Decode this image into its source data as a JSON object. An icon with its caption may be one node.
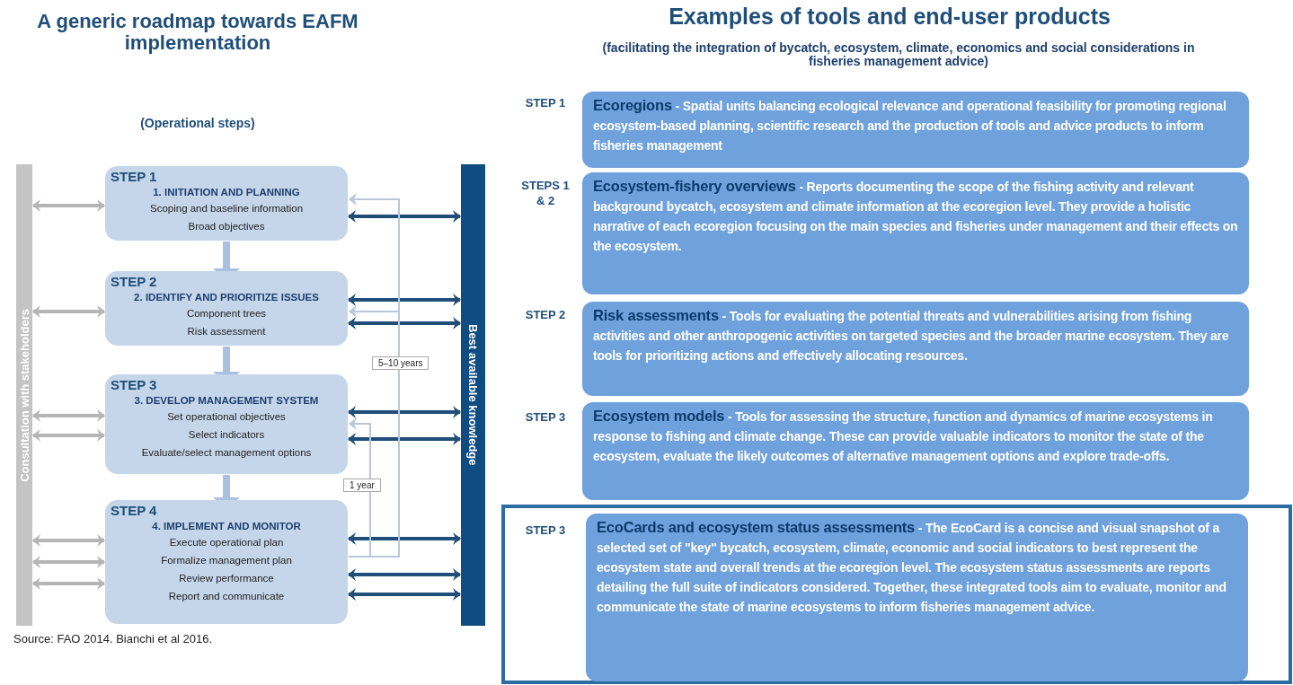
{
  "diagram": {
    "nodes": [
      {
        "text": [
          "Consultation with stakeholders"
        ]
      },
      {
        "text": [
          "STEP 1",
          "1. INITIATION AND PLANNING",
          "Scoping and baseline information",
          "Broad objectives"
        ]
      },
      {
        "text": [
          "STEP 2",
          "2. IDENTIFY AND PRIORITIZE ISSUES",
          "Component trees",
          "Risk assessment"
        ]
      },
      {
        "text": [
          "STEP 3",
          "3. DEVELOP MANAGEMENT SYSTEM",
          "Set operational objectives",
          "Select indicators",
          "Evaluate/select management options"
        ]
      },
      {
        "text": [
          "STEP 4",
          "4. IMPLEMENT AND MONITOR",
          "Execute operational plan",
          "Formalize management plan",
          "Review performance",
          "Report and communicate"
        ]
      },
      {
        "text": [
          "Best available knowledge"
        ]
      },
      {
        "text": [
          "**Ecoregions** - Spatial units balancing ecological relevance and operational feasibility for promoting regional ecosystem-based planning, scientific research and the production of tools and advice products to inform fisheries management"
        ],
        "beside": [
          "STEP 1"
        ]
      },
      {
        "text": [
          "**Ecosystem-fishery overviews** - Reports documenting the scope of the fishing activity and relevant background bycatch, ecosystem and climate information at the ecoregion level. They provide a holistic narrative of each ecoregion focusing on the main species and fisheries under management and their effects on the ecosystem."
        ],
        "beside": [
          "STEPS 1 & 2"
        ]
      },
      {
        "text": [
          "**Risk assessments** - Tools for evaluating the potential threats and vulnerabilities arising from fishing activities and other anthropogenic activities on targeted species and the broader marine ecosystem. They are tools for prioritizing actions and effectively allocating resources."
        ],
        "beside": [
          "STEP 2"
        ]
      },
      {
        "text": [
          "**Ecosystem models** - Tools for assessing the structure, function and dynamics of marine ecosystems in response to fishing and climate change. These can provide valuable indicators to monitor the state of the ecosystem, evaluate the likely outcomes of alternative management options and explore trade-offs."
        ],
        "beside": [
          "STEP 3"
        ]
      },
      {
        "text": [],
        "shape": "box"
      },
      {
        "text": [
          "**EcoCards and ecosystem status assessments** - The EcoCard is a concise and visual snapshot of a selected set of \"key\" bycatch, ecosystem, climate, economic and social indicators to best represent the ecosystem state and overall trends at the ecoregion level. The ecosystem status assessments are reports detailing the full suite of indicators considered. Together, these integrated tools aim to evaluate, monitor and communicate the state of marine ecosystems to inform fisheries management advice."
        ],
        "beside": [
          "STEP 3"
        ],
        "in": 10
      }
    ],
    "edges": [
      {
        "from": 0,
        "to": 1,
        "arrow": "both",
        "color": "#b5b5b5"
      },
      {
        "from": 1,
        "to": 5,
        "arrow": "both"
      },
      {
        "from": 1,
        "to": 2,
        "arrow": "to",
        "style": "thick",
        "color": "#a9c0e0"
      },
      {
        "from": 0,
        "to": 2,
        "arrow": "both",
        "color": "#b5b5b5"
      },
      {
        "from": 2,
        "to": 5,
        "arrow": "both"
      },
      {
        "from": 2,
        "to": 5,
        "arrow": "both"
      },
      {
        "from": 2,
        "to": 3,
        "arrow": "to",
        "style": "thick",
        "color": "#a9c0e0"
      },
      {
        "from": 0,
        "to": 3,
        "arrow": "both",
        "color": "#b5b5b5"
      },
      {
        "from": 0,
        "to": 3,
        "arrow": "both",
        "color": "#b5b5b5"
      },
      {
        "from": 3,
        "to": 5,
        "arrow": "both"
      },
      {
        "from": 3,
        "to": 5,
        "arrow": "both"
      },
      {
        "from": 3,
        "to": 4,
        "arrow": "to",
        "style": "thick",
        "color": "#a9c0e0"
      },
      {
        "from": 0,
        "to": 4,
        "arrow": "both",
        "color": "#b5b5b5"
      },
      {
        "from": 0,
        "to": 4,
        "arrow": "both",
        "color": "#b5b5b5"
      },
      {
        "from": 0,
        "to": 4,
        "arrow": "both",
        "color": "#b5b5b5"
      },
      {
        "from": 4,
        "to": 5,
        "arrow": "both"
      },
      {
        "from": 4,
        "to": 5,
        "arrow": "both"
      },
      {
        "from": 4,
        "to": 5,
        "arrow": "both"
      },
      {
        "from": 4,
        "to": 1,
        "arrow": "to",
        "label": "5–10 years",
        "color": "#b8c8dc"
      },
      {
        "from": 4,
        "to": 2,
        "arrow": "to",
        "color": "#b8c8dc"
      },
      {
        "from": 4,
        "to": 3,
        "arrow": "to",
        "label": "1 year",
        "color": "#b8c8dc"
      }
    ],
    "labels": [
      "A generic roadmap towards EAFM implementation",
      "(Operational steps)",
      "Examples of tools and end-user products",
      "(facilitating the integration of bycatch, ecosystem, climate, economics and social considerations in fisheries management advice)",
      "Source: FAO 2014. Bianchi et al 2016."
    ]
  }
}
